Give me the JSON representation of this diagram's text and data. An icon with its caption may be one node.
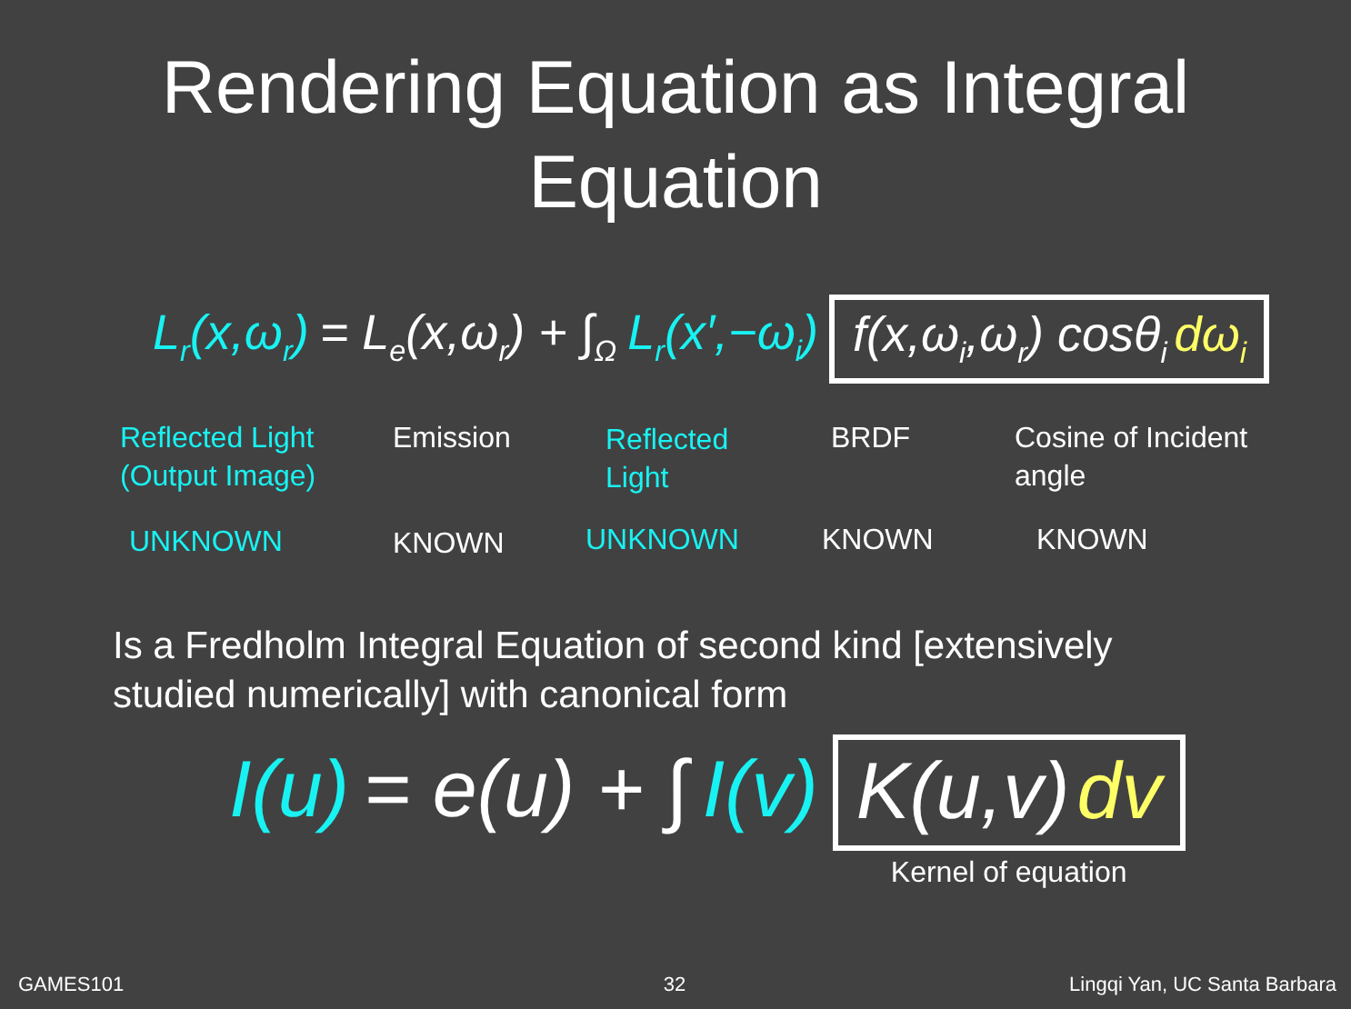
{
  "diagram": {
    "title": "Rendering Equation as Integral Equation",
    "nodes": [
      {
        "text": [
          "f(x,ω$_{i}$,ω$_{r}$) cosθ$_{i}$",
          "dω$_{i}$"
        ]
      },
      {
        "text": [
          "K(u,v)",
          "dv"
        ],
        "beside": [
          "Kernel of equation"
        ]
      }
    ],
    "labels": [
      "L$_{r}$(x,ω$_{r}$)",
      "= L$_{e}$(x,ω$_{r}$) + ∫$_{Ω}$",
      "L$_{r}$(x′,−ω$_{i}$)",
      "Reflected Light (Output Image)",
      "Emission",
      "Reflected Light",
      "BRDF",
      "Cosine of Incident angle",
      "UNKNOWN",
      "KNOWN",
      "UNKNOWN",
      "KNOWN",
      "KNOWN",
      "Is a Fredholm Integral Equation of second kind [extensively studied numerically] with canonical form",
      "I(u)",
      "= e(u) + ∫",
      "I(v)",
      "GAMES101",
      "32",
      "Lingqi Yan, UC Santa Barbara"
    ]
  }
}
